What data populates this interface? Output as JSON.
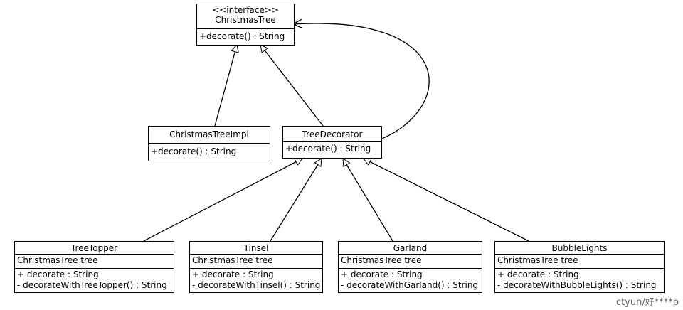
{
  "interface": {
    "stereotype": "<<interface>>",
    "name": "ChristmasTree",
    "operations": [
      "+decorate() : String"
    ]
  },
  "impl": {
    "name": "ChristmasTreeImpl",
    "operations": [
      "+decorate() : String"
    ]
  },
  "decorator": {
    "name": "TreeDecorator",
    "operations": [
      "+decorate() : String"
    ]
  },
  "topper": {
    "name": "TreeTopper",
    "attributes": [
      "ChristmasTree tree"
    ],
    "operations": [
      "+ decorate : String",
      "- decorateWithTreeTopper() : String"
    ]
  },
  "tinsel": {
    "name": "Tinsel",
    "attributes": [
      "ChristmasTree tree"
    ],
    "operations": [
      "+ decorate : String",
      "- decorateWithTinsel() : String"
    ]
  },
  "garland": {
    "name": "Garland",
    "attributes": [
      "ChristmasTree tree"
    ],
    "operations": [
      "+ decorate : String",
      "- decorateWithGarland() : String"
    ]
  },
  "bubble": {
    "name": "BubbleLights",
    "attributes": [
      "ChristmasTree tree"
    ],
    "operations": [
      "+ decorate : String",
      "- decorateWithBubbleLights() : String"
    ]
  },
  "watermark": "ctyun/好****p"
}
